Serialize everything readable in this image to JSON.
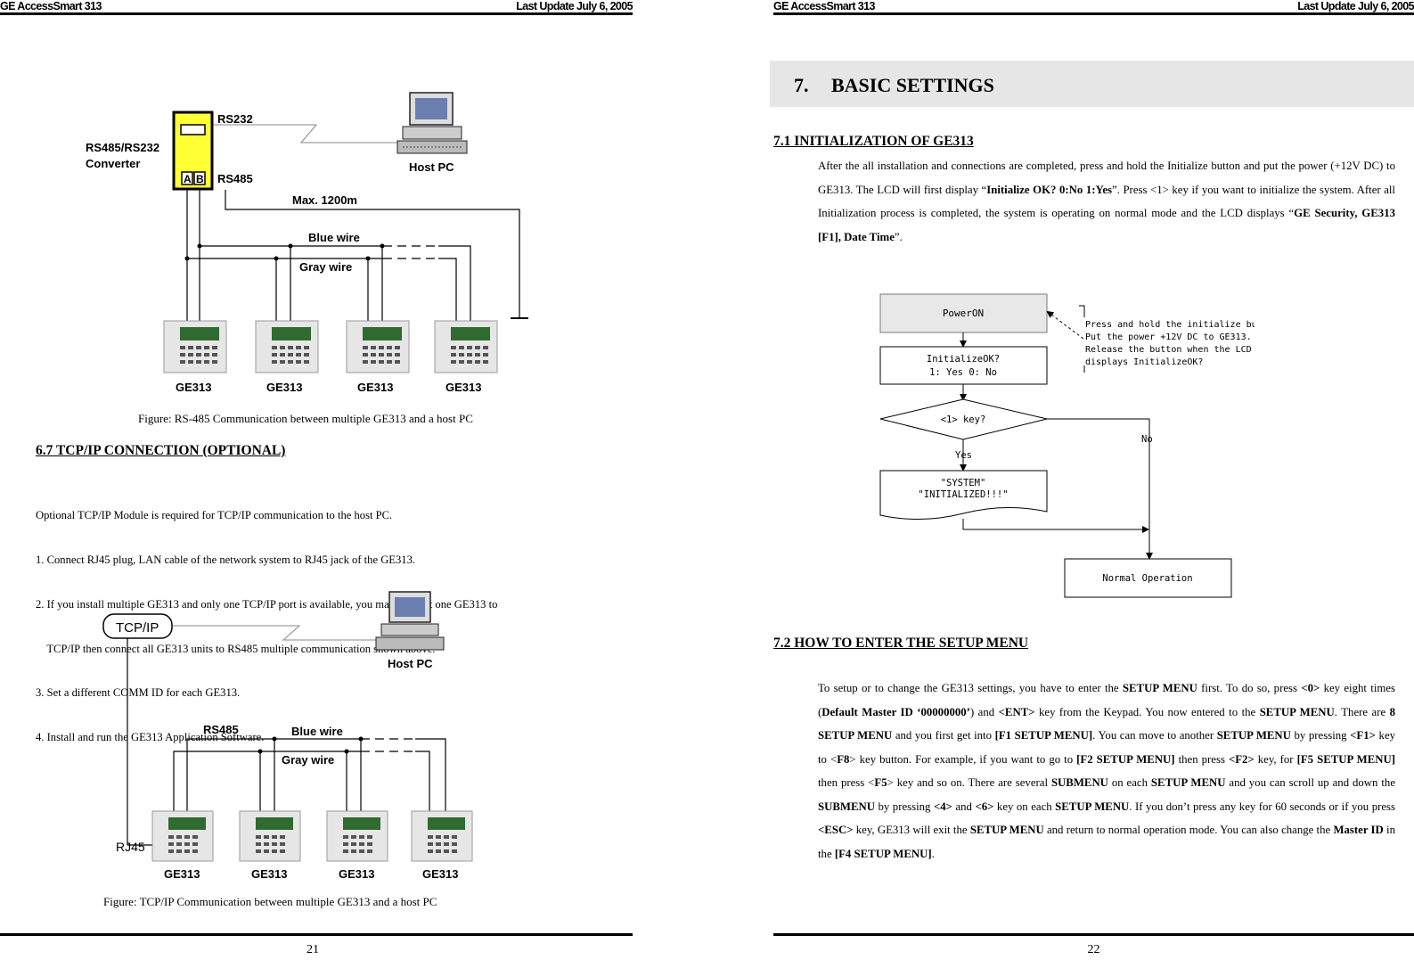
{
  "left_page": {
    "header_left": "GE AccessSmart 313",
    "header_right": "Last Update July 6, 2005",
    "fig1": {
      "rs232": "RS232",
      "converter_line1": "RS485/RS232",
      "converter_line2": "Converter",
      "port_a": "A",
      "port_b": "B",
      "rs485": "RS485",
      "host_pc": "Host PC",
      "max_len": "Max. 1200m",
      "blue_wire": "Blue wire",
      "gray_wire": "Gray wire",
      "units": [
        "GE313",
        "GE313",
        "GE313",
        "GE313"
      ]
    },
    "caption1": "Figure: RS-485 Communication between multiple GE313 and a host PC",
    "section_title": "6.7 TCP/IP CONNECTION (OPTIONAL)",
    "lines": [
      "Optional TCP/IP Module is required for TCP/IP communication to the host PC.",
      "1. Connect RJ45 plug, LAN cable of the network system to RJ45 jack of the GE313.",
      "2. If you install multiple GE313 and only one TCP/IP port is available, you may connect one GE313 to",
      "    TCP/IP then connect all GE313 units to RS485 multiple communication shown above.",
      "3. Set a different COMM ID for each GE313.",
      "4. Install and run the GE313 Application Software."
    ],
    "fig2": {
      "tcpip": "TCP/IP",
      "host_pc": "Host PC",
      "rs485": "RS485",
      "blue_wire": "Blue wire",
      "gray_wire": "Gray wire",
      "rj45": "RJ45",
      "units": [
        "GE313",
        "GE313",
        "GE313",
        "GE313"
      ]
    },
    "caption2": "Figure: TCP/IP Communication between multiple GE313 and a host PC",
    "page_number": "21"
  },
  "right_page": {
    "header_left": "GE AccessSmart 313",
    "header_right": "Last Update July 6, 2005",
    "chapter_number": "7.",
    "chapter_title": "BASIC SETTINGS",
    "s71_title": "7.1 INITIALIZATION OF GE313",
    "s71": {
      "t1": "After the all installation and connections are completed, press and hold the Initialize button and put the power (+12V DC) to GE313. The LCD will first display “",
      "b1": "Initialize OK? 0:No 1:Yes",
      "t2": "”. Press <1> key if you want to initialize the system. After all Initialization process is completed, the system is operating on normal mode and the LCD displays “",
      "b2": "GE Security, GE313 [F1], Date Time",
      "t3": "”."
    },
    "flow": {
      "power_on": "PowerON",
      "init_ok_1": "InitializeOK?",
      "init_ok_2": "1: Yes 0: No",
      "key_q": "<1> key?",
      "yes": "Yes",
      "no": "No",
      "sys1": "\"SYSTEM\"",
      "sys2": "\"INITIALIZED!!!\"",
      "normal": "Normal Operation",
      "note1": "Press and hold the initialize button.",
      "note2": "Put the power +12V DC to GE313.",
      "note3": "Release the button when the LCD",
      "note4": "displays InitializeOK?"
    },
    "s72_title": "7.2 HOW TO ENTER THE SETUP MENU",
    "s72": [
      {
        "t": "To setup or to change the GE313 settings, you have to enter the ",
        "b": false
      },
      {
        "t": "SETUP MENU",
        "b": true
      },
      {
        "t": " first. To do so, press ",
        "b": false
      },
      {
        "t": "<0>",
        "b": true
      },
      {
        "t": " key eight times (",
        "b": false
      },
      {
        "t": "Default Master ID ‘00000000’",
        "b": true
      },
      {
        "t": ") and ",
        "b": false
      },
      {
        "t": "<ENT>",
        "b": true
      },
      {
        "t": " key from the Keypad. You now entered to the ",
        "b": false
      },
      {
        "t": "SETUP MENU",
        "b": true
      },
      {
        "t": ". There are ",
        "b": false
      },
      {
        "t": "8 SETUP MENU",
        "b": true
      },
      {
        "t": " and you first get into ",
        "b": false
      },
      {
        "t": "[F1 SETUP MENU]",
        "b": true
      },
      {
        "t": ". You can move to another ",
        "b": false
      },
      {
        "t": "SETUP MENU",
        "b": true
      },
      {
        "t": " by pressing ",
        "b": false
      },
      {
        "t": "<F1>",
        "b": true
      },
      {
        "t": " key to <",
        "b": false
      },
      {
        "t": "F8",
        "b": true
      },
      {
        "t": "> key button. For example, if you want to go to ",
        "b": false
      },
      {
        "t": "[F2 SETUP MENU]",
        "b": true
      },
      {
        "t": " then press ",
        "b": false
      },
      {
        "t": "<F2>",
        "b": true
      },
      {
        "t": " key, for ",
        "b": false
      },
      {
        "t": "[F5 SETUP MENU]",
        "b": true
      },
      {
        "t": " then press <",
        "b": false
      },
      {
        "t": "F5",
        "b": true
      },
      {
        "t": "> key and so on. There are several ",
        "b": false
      },
      {
        "t": "SUBMENU",
        "b": true
      },
      {
        "t": " on each ",
        "b": false
      },
      {
        "t": "SETUP MENU",
        "b": true
      },
      {
        "t": " and you can scroll up and down the ",
        "b": false
      },
      {
        "t": "SUBMENU",
        "b": true
      },
      {
        "t": " by pressing ",
        "b": false
      },
      {
        "t": "<4>",
        "b": true
      },
      {
        "t": " and ",
        "b": false
      },
      {
        "t": "<6>",
        "b": true
      },
      {
        "t": " key on each ",
        "b": false
      },
      {
        "t": "SETUP MENU",
        "b": true
      },
      {
        "t": ". If you don’t press any key for 60 seconds or if you press ",
        "b": false
      },
      {
        "t": "<ESC>",
        "b": true
      },
      {
        "t": " key, GE313 will exit the ",
        "b": false
      },
      {
        "t": "SETUP MENU",
        "b": true
      },
      {
        "t": " and return to normal operation mode. You can also change the ",
        "b": false
      },
      {
        "t": "Master ID",
        "b": true
      },
      {
        "t": " in the ",
        "b": false
      },
      {
        "t": "[F4 SETUP MENU]",
        "b": true
      },
      {
        "t": ".",
        "b": false
      }
    ],
    "page_number": "22"
  }
}
